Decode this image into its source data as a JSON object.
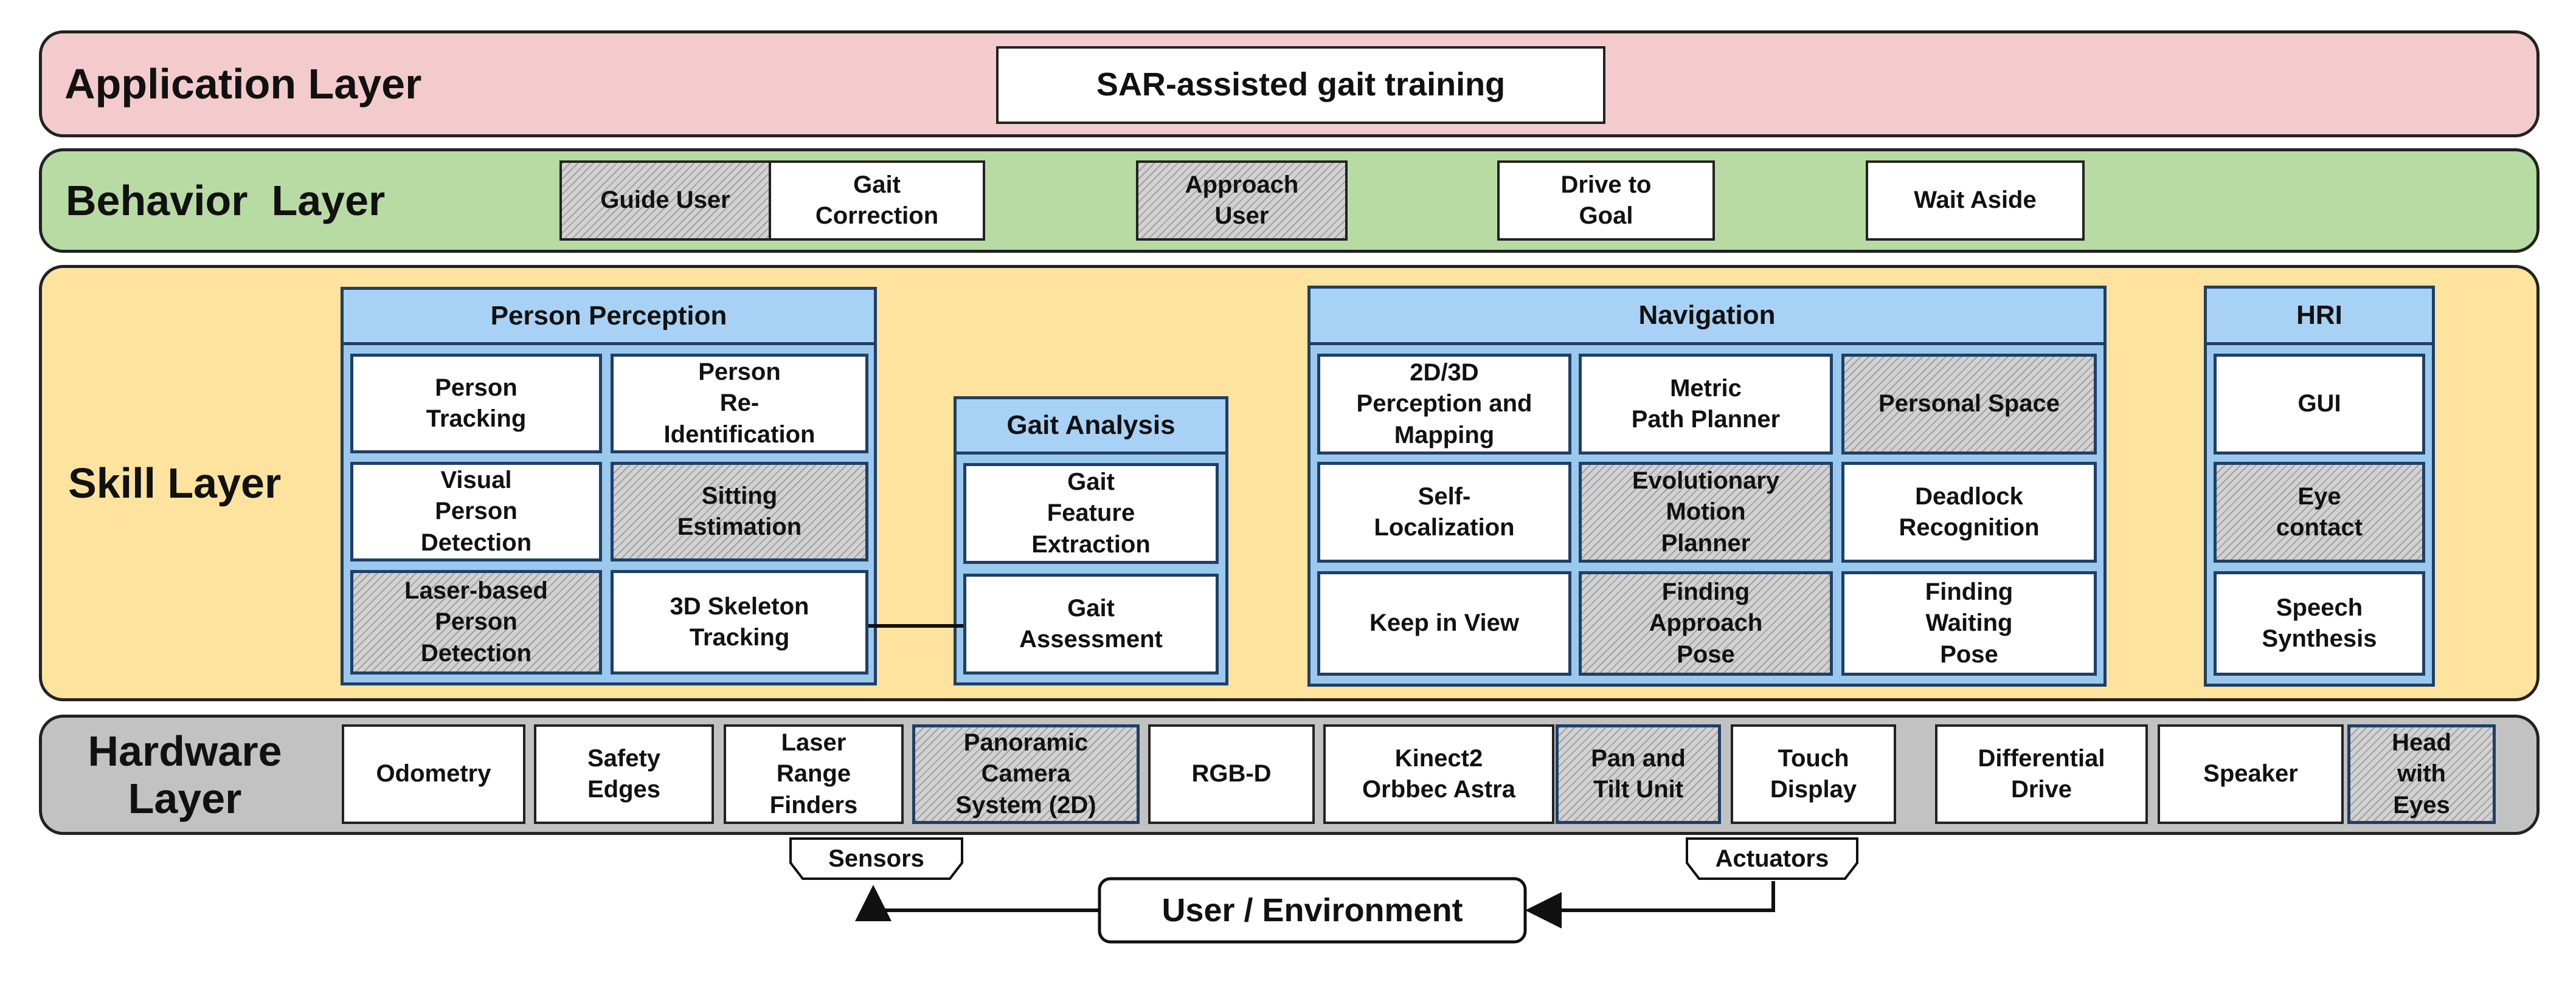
{
  "application_layer": {
    "title": "Application Layer",
    "app_box": "SAR-assisted gait training"
  },
  "behavior_layer": {
    "title": "Behavior  Layer",
    "behaviors": {
      "guide_user": "Guide User",
      "gait_correction": "Gait\nCorrection",
      "approach_user": "Approach\nUser",
      "drive_to_goal": "Drive to\nGoal",
      "wait_aside": "Wait Aside"
    }
  },
  "skill_layer": {
    "title": "Skill Layer",
    "person_perception": {
      "header": "Person Perception",
      "person_tracking": "Person\nTracking",
      "person_reidentification": "Person\nRe-\nIdentification",
      "visual_person_detection": "Visual\nPerson\nDetection",
      "sitting_estimation": "Sitting\nEstimation",
      "laser_person_detection": "Laser-based\nPerson\nDetection",
      "skeleton_tracking": "3D Skeleton\nTracking"
    },
    "gait_analysis": {
      "header": "Gait Analysis",
      "feature_extraction": "Gait\nFeature\nExtraction",
      "assessment": "Gait\nAssessment"
    },
    "navigation": {
      "header": "Navigation",
      "perception_mapping": "2D/3D\nPerception and\nMapping",
      "metric_path_planner": "Metric\nPath Planner",
      "personal_space": "Personal Space",
      "self_localization": "Self-\nLocalization",
      "evolutionary_motion_planner": "Evolutionary\nMotion\nPlanner",
      "deadlock_recognition": "Deadlock\nRecognition",
      "keep_in_view": "Keep in View",
      "finding_approach_pose": "Finding\nApproach\nPose",
      "finding_waiting_pose": "Finding\nWaiting\nPose"
    },
    "hri": {
      "header": "HRI",
      "gui": "GUI",
      "eye_contact": "Eye\ncontact",
      "speech_synthesis": "Speech\nSynthesis"
    }
  },
  "hardware_layer": {
    "title": "Hardware\nLayer",
    "items": {
      "odometry": "Odometry",
      "safety_edges": "Safety\nEdges",
      "laser_range_finders": "Laser\nRange\nFinders",
      "panoramic_camera": "Panoramic\nCamera\nSystem (2D)",
      "rgbd": "RGB-D",
      "kinect": "Kinect2\nOrbbec Astra",
      "pan_tilt": "Pan and\nTilt Unit",
      "touch_display": "Touch\nDisplay",
      "differential_drive": "Differential\nDrive",
      "speaker": "Speaker",
      "head_with_eyes": "Head\nwith\nEyes"
    }
  },
  "io": {
    "sensors": "Sensors",
    "actuators": "Actuators",
    "user_environment": "User / Environment"
  },
  "colors": {
    "application_bg": "#f4cbcd",
    "behavior_bg": "#b8dba4",
    "skill_bg": "#fde39d",
    "hardware_bg": "#c2c2c2",
    "module_header": "#a8d2f5",
    "module_panel": "#9bc9ee",
    "module_border": "#1f3f66"
  }
}
